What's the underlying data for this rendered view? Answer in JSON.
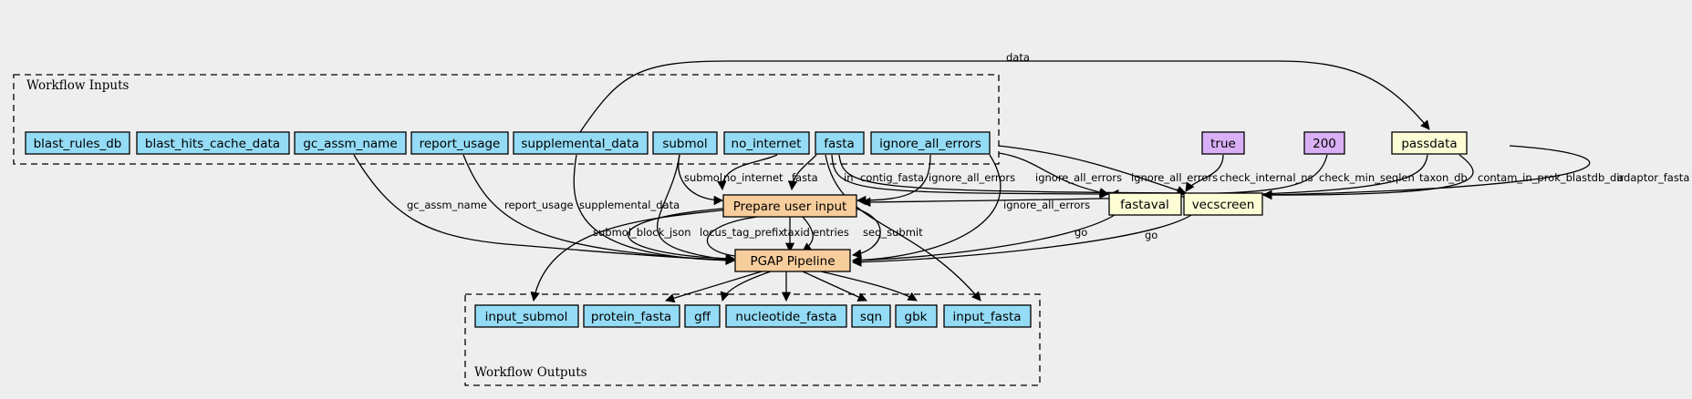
{
  "colors": {
    "background": "#eeeeee",
    "input_output": "#94dbf5",
    "process": "#f7cd9c",
    "step": "#fdfdd5",
    "constant": "#d9b0f5"
  },
  "clusters": {
    "inputs": "Workflow Inputs",
    "outputs": "Workflow Outputs"
  },
  "nodes": {
    "blast_rules_db": "blast_rules_db",
    "blast_hits_cache_data": "blast_hits_cache_data",
    "gc_assm_name": "gc_assm_name",
    "report_usage": "report_usage",
    "supplemental_data": "supplemental_data",
    "submol": "submol",
    "no_internet": "no_internet",
    "fasta": "fasta",
    "ignore_all_errors": "ignore_all_errors",
    "true_const": "true",
    "c200": "200",
    "passdata": "passdata",
    "prepare": "Prepare user input",
    "fastaval": "fastaval",
    "vecscreen": "vecscreen",
    "pgap": "PGAP Pipeline",
    "input_submol": "input_submol",
    "protein_fasta": "protein_fasta",
    "gff": "gff",
    "nucleotide_fasta": "nucleotide_fasta",
    "sqn": "sqn",
    "gbk": "gbk",
    "input_fasta": "input_fasta"
  },
  "edge_labels": {
    "data": "data",
    "submol": "submol",
    "no_internet": "no_internet",
    "fasta": "fasta",
    "in": "in",
    "contig_fasta": "contig_fasta",
    "ignore_all_errors_1": "ignore_all_errors",
    "ignore_all_errors_2": "ignore_all_errors",
    "ignore_all_errors_3": "ignore_all_errors",
    "ignore_all_errors_4": "ignore_all_errors",
    "check_internal_ns": "check_internal_ns",
    "check_min_seqlen": "check_min_seqlen",
    "taxon_db": "taxon_db",
    "contam_in_prok_blastdb_dir": "contam_in_prok_blastdb_dir",
    "adaptor_fasta": "adaptor_fasta",
    "gc_assm_name": "gc_assm_name",
    "report_usage": "report_usage",
    "supplemental_data": "supplemental_data",
    "submol_block_json": "submol_block_json",
    "locus_tag_prefix": "locus_tag_prefix",
    "taxid": "taxid",
    "entries": "entries",
    "seq_submit": "seq_submit",
    "go_1": "go",
    "go_2": "go"
  }
}
